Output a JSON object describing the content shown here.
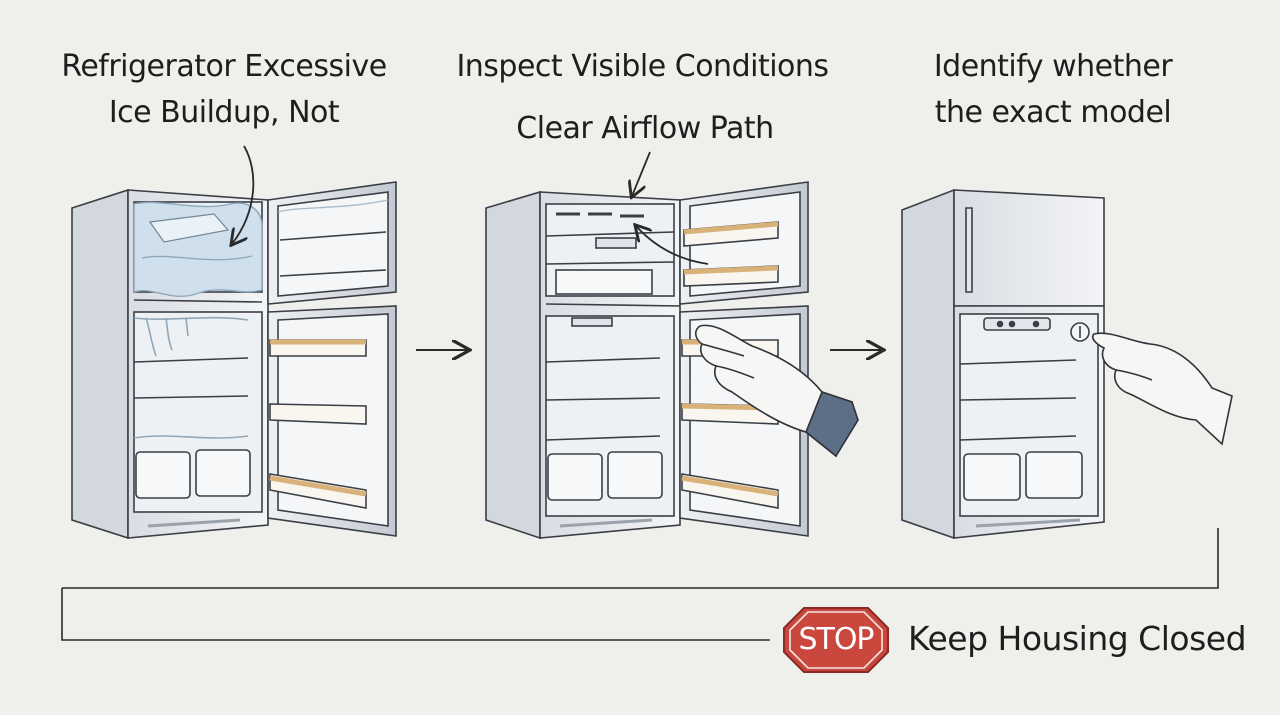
{
  "panels": [
    {
      "title_lines": [
        "Refrigerator Excessive",
        "Ice Buildup, Not"
      ]
    },
    {
      "title_lines": [
        "Inspect Visible Conditions"
      ],
      "subtitle": "Clear Airflow Path"
    },
    {
      "title_lines": [
        "Identify whether",
        "the exact model"
      ]
    }
  ],
  "footer": {
    "stop_sign": "STOP",
    "message": "Keep Housing Closed"
  },
  "colors": {
    "stop_red": "#c9473d",
    "ice_blue": "#cfe0ec",
    "shelf_tan": "#d9b27a",
    "line": "#2a2a2a"
  }
}
